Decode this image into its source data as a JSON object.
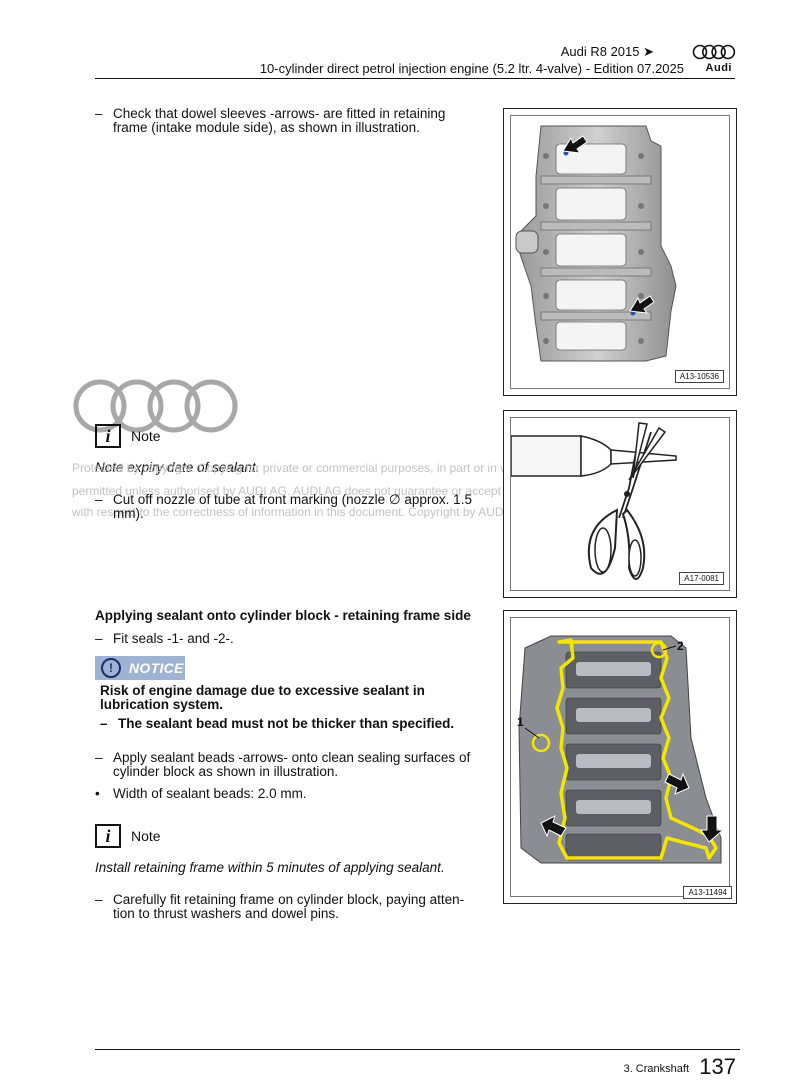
{
  "header": {
    "title": "Audi R8 2015 ➤",
    "subtitle": "10-cylinder direct petrol injection engine (5.2 ltr. 4-valve) - Edition 07.2025",
    "brand_word": "Audi"
  },
  "section1": {
    "step1": "Check that dowel sleeves -arrows- are fitted in retaining frame (intake module side), as shown in illustration.",
    "fig1_code": "A13-10536"
  },
  "note1": {
    "icon": "i",
    "label": "Note",
    "text": "Note expiry date of sealant."
  },
  "section2": {
    "step": "Cut off nozzle of tube at front marking (nozzle ∅ approx. 1.5 mm).",
    "fig2_code": "A17-0081"
  },
  "watermark": {
    "line1": "Protected by copyright. Copying for private or commercial purposes, in part or in whole, is not",
    "line2": "permitted unless authorised by AUDI AG. AUDI AG does not guarantee or accept any liability",
    "line3": "with respect to the correctness of information in this document. Copyright by AUDI AG."
  },
  "section3": {
    "heading": "Applying sealant onto cylinder block - retaining frame side",
    "step1": "Fit seals -1- and -2-.",
    "notice_label": "NOTICE",
    "notice_icon": "!",
    "notice_text": "Risk of engine damage due to excessive sealant in lubrication system.",
    "notice_action": "The sealant bead must not be thicker than specified.",
    "step2": "Apply sealant beads -arrows- onto clean sealing surfaces of cylinder block as shown in illustration.",
    "bullet": "Width of sealant beads: 2.0 mm.",
    "fig3_code": "A13-11494",
    "fig3_label1": "1",
    "fig3_label2": "2"
  },
  "note2": {
    "icon": "i",
    "label": "Note",
    "text": "Install retaining frame within 5 minutes of applying sealant."
  },
  "section4": {
    "step": "Carefully fit retaining frame on cylinder block, paying atten- tion to thrust washers and dowel pins."
  },
  "footer": {
    "section": "3. Crankshaft",
    "page": "137"
  },
  "dash": "–",
  "bullet_mark": "•",
  "colors": {
    "notice_bg": "#9eb3d1",
    "notice_border": "#1c2e6a",
    "sealant_yellow": "#f5e400"
  }
}
